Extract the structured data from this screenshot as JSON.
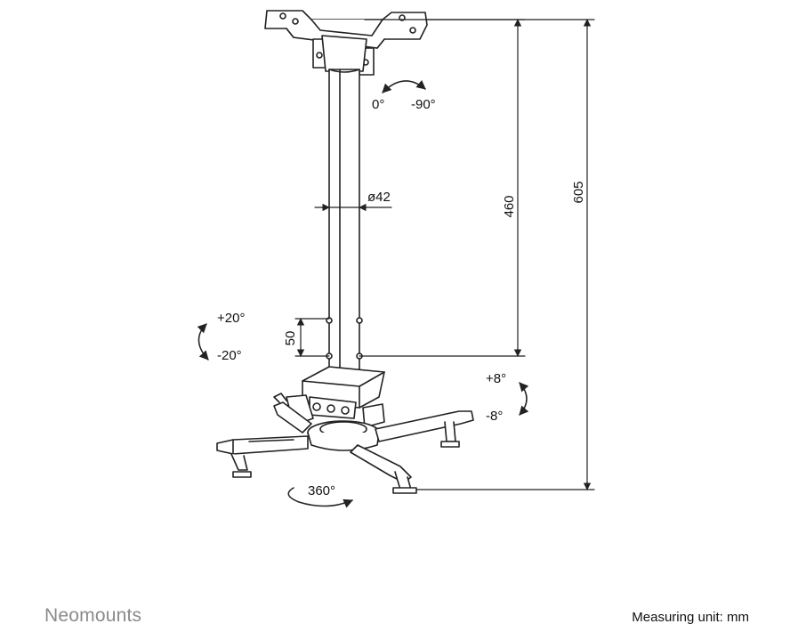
{
  "brand": {
    "name": "Neomounts"
  },
  "footer": {
    "measuring_unit": "Measuring unit: mm"
  },
  "dimensions": {
    "pole_height": "460",
    "total_height": "605",
    "pole_diameter": "ø42",
    "adjustment_step": "50"
  },
  "rotations": {
    "top_left": "0°",
    "top_right": "-90°",
    "tilt_plus": "+20°",
    "tilt_minus": "-20°",
    "swivel_plus": "+8°",
    "swivel_minus": "-8°",
    "rotation": "360°"
  },
  "colors": {
    "line": "#222222",
    "brand_gray": "#8a8a8a"
  }
}
